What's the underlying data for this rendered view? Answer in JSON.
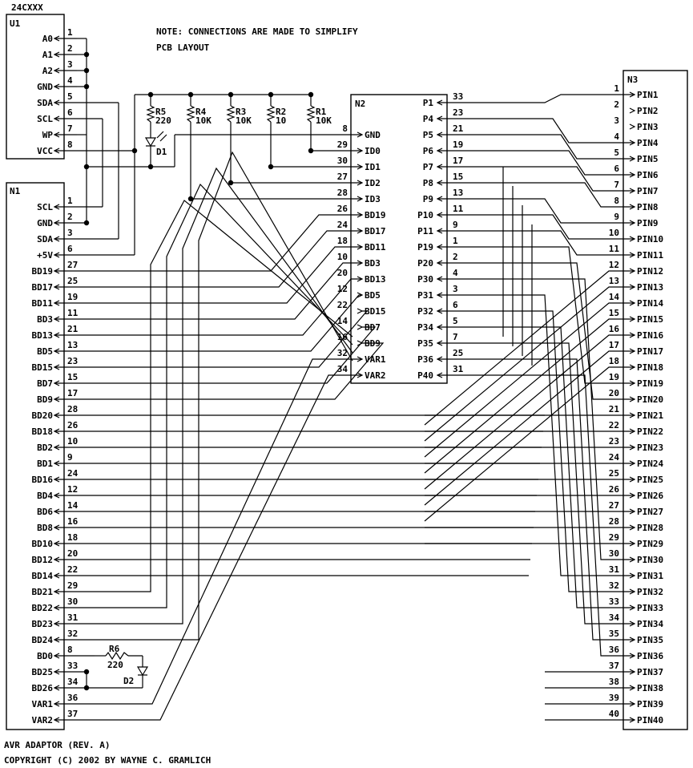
{
  "u1": {
    "title": "24CXXX",
    "ref": "U1",
    "pins": [
      {
        "name": "A0",
        "num": "1"
      },
      {
        "name": "A1",
        "num": "2"
      },
      {
        "name": "A2",
        "num": "3"
      },
      {
        "name": "GND",
        "num": "4"
      },
      {
        "name": "SDA",
        "num": "5"
      },
      {
        "name": "SCL",
        "num": "6"
      },
      {
        "name": "WP",
        "num": "7"
      },
      {
        "name": "VCC",
        "num": "8"
      }
    ]
  },
  "n1": {
    "ref": "N1",
    "pins": [
      {
        "name": "SCL",
        "num": "1"
      },
      {
        "name": "GND",
        "num": "2"
      },
      {
        "name": "SDA",
        "num": "3"
      },
      {
        "name": "+5V",
        "num": "6"
      },
      {
        "name": "BD19",
        "num": "27"
      },
      {
        "name": "BD17",
        "num": "25"
      },
      {
        "name": "BD11",
        "num": "19"
      },
      {
        "name": "BD3",
        "num": "11"
      },
      {
        "name": "BD13",
        "num": "21"
      },
      {
        "name": "BD5",
        "num": "13"
      },
      {
        "name": "BD15",
        "num": "23"
      },
      {
        "name": "BD7",
        "num": "15"
      },
      {
        "name": "BD9",
        "num": "17"
      },
      {
        "name": "BD20",
        "num": "28"
      },
      {
        "name": "BD18",
        "num": "26"
      },
      {
        "name": "BD2",
        "num": "10"
      },
      {
        "name": "BD1",
        "num": "9"
      },
      {
        "name": "BD16",
        "num": "24"
      },
      {
        "name": "BD4",
        "num": "12"
      },
      {
        "name": "BD6",
        "num": "14"
      },
      {
        "name": "BD8",
        "num": "16"
      },
      {
        "name": "BD10",
        "num": "18"
      },
      {
        "name": "BD12",
        "num": "20"
      },
      {
        "name": "BD14",
        "num": "22"
      },
      {
        "name": "BD21",
        "num": "29"
      },
      {
        "name": "BD22",
        "num": "30"
      },
      {
        "name": "BD23",
        "num": "31"
      },
      {
        "name": "BD24",
        "num": "32"
      },
      {
        "name": "BD0",
        "num": "8"
      },
      {
        "name": "BD25",
        "num": "33"
      },
      {
        "name": "BD26",
        "num": "34"
      },
      {
        "name": "VAR1",
        "num": "36"
      },
      {
        "name": "VAR2",
        "num": "37"
      }
    ]
  },
  "n2": {
    "ref": "N2",
    "left": [
      {
        "name": "GND",
        "num": "8"
      },
      {
        "name": "ID0",
        "num": "29"
      },
      {
        "name": "ID1",
        "num": "30"
      },
      {
        "name": "ID2",
        "num": "27"
      },
      {
        "name": "ID3",
        "num": "28"
      },
      {
        "name": "BD19",
        "num": "26"
      },
      {
        "name": "BD17",
        "num": "24"
      },
      {
        "name": "BD11",
        "num": "18"
      },
      {
        "name": "BD3",
        "num": "10"
      },
      {
        "name": "BD13",
        "num": "20"
      },
      {
        "name": "BD5",
        "num": "12"
      },
      {
        "name": "BD15",
        "num": "22"
      },
      {
        "name": "BD7",
        "num": "14"
      },
      {
        "name": "BD9",
        "num": "16"
      },
      {
        "name": "VAR1",
        "num": "32"
      },
      {
        "name": "VAR2",
        "num": "34"
      }
    ],
    "right": [
      {
        "name": "P1",
        "num": "33"
      },
      {
        "name": "P4",
        "num": "23"
      },
      {
        "name": "P5",
        "num": "21"
      },
      {
        "name": "P6",
        "num": "19"
      },
      {
        "name": "P7",
        "num": "17"
      },
      {
        "name": "P8",
        "num": "15"
      },
      {
        "name": "P9",
        "num": "13"
      },
      {
        "name": "P10",
        "num": "11"
      },
      {
        "name": "P11",
        "num": "9"
      },
      {
        "name": "P19",
        "num": "1"
      },
      {
        "name": "P20",
        "num": "2"
      },
      {
        "name": "P30",
        "num": "4"
      },
      {
        "name": "P31",
        "num": "3"
      },
      {
        "name": "P32",
        "num": "6"
      },
      {
        "name": "P34",
        "num": "5"
      },
      {
        "name": "P35",
        "num": "7"
      },
      {
        "name": "P36",
        "num": "25"
      },
      {
        "name": "P40",
        "num": "31"
      }
    ]
  },
  "n3": {
    "ref": "N3",
    "pins": [
      {
        "name": "PIN1",
        "num": "1"
      },
      {
        "name": "PIN2",
        "num": "2"
      },
      {
        "name": "PIN3",
        "num": "3"
      },
      {
        "name": "PIN4",
        "num": "4"
      },
      {
        "name": "PIN5",
        "num": "5"
      },
      {
        "name": "PIN6",
        "num": "6"
      },
      {
        "name": "PIN7",
        "num": "7"
      },
      {
        "name": "PIN8",
        "num": "8"
      },
      {
        "name": "PIN9",
        "num": "9"
      },
      {
        "name": "PIN10",
        "num": "10"
      },
      {
        "name": "PIN11",
        "num": "11"
      },
      {
        "name": "PIN12",
        "num": "12"
      },
      {
        "name": "PIN13",
        "num": "13"
      },
      {
        "name": "PIN14",
        "num": "14"
      },
      {
        "name": "PIN15",
        "num": "15"
      },
      {
        "name": "PIN16",
        "num": "16"
      },
      {
        "name": "PIN17",
        "num": "17"
      },
      {
        "name": "PIN18",
        "num": "18"
      },
      {
        "name": "PIN19",
        "num": "19"
      },
      {
        "name": "PIN20",
        "num": "20"
      },
      {
        "name": "PIN21",
        "num": "21"
      },
      {
        "name": "PIN22",
        "num": "22"
      },
      {
        "name": "PIN23",
        "num": "23"
      },
      {
        "name": "PIN24",
        "num": "24"
      },
      {
        "name": "PIN25",
        "num": "25"
      },
      {
        "name": "PIN26",
        "num": "26"
      },
      {
        "name": "PIN27",
        "num": "27"
      },
      {
        "name": "PIN28",
        "num": "28"
      },
      {
        "name": "PIN29",
        "num": "29"
      },
      {
        "name": "PIN30",
        "num": "30"
      },
      {
        "name": "PIN31",
        "num": "31"
      },
      {
        "name": "PIN32",
        "num": "32"
      },
      {
        "name": "PIN33",
        "num": "33"
      },
      {
        "name": "PIN34",
        "num": "34"
      },
      {
        "name": "PIN35",
        "num": "35"
      },
      {
        "name": "PIN36",
        "num": "36"
      },
      {
        "name": "PIN37",
        "num": "37"
      },
      {
        "name": "PIN38",
        "num": "38"
      },
      {
        "name": "PIN39",
        "num": "39"
      },
      {
        "name": "PIN40",
        "num": "40"
      }
    ]
  },
  "resistors": [
    {
      "ref": "R5",
      "value": "220"
    },
    {
      "ref": "R4",
      "value": "10K"
    },
    {
      "ref": "R3",
      "value": "10K"
    },
    {
      "ref": "R2",
      "value": "10"
    },
    {
      "ref": "R1",
      "value": "10K"
    }
  ],
  "r6": {
    "ref": "R6",
    "value": "220"
  },
  "leds": {
    "d1": "D1",
    "d2": "D2"
  },
  "note": {
    "line1": "NOTE: CONNECTIONS ARE MADE TO SIMPLIFY",
    "line2": "PCB LAYOUT"
  },
  "footer": {
    "title": "AVR ADAPTOR (REV. A)",
    "copyright": "COPYRIGHT (C) 2002 BY WAYNE C. GRAMLICH"
  }
}
